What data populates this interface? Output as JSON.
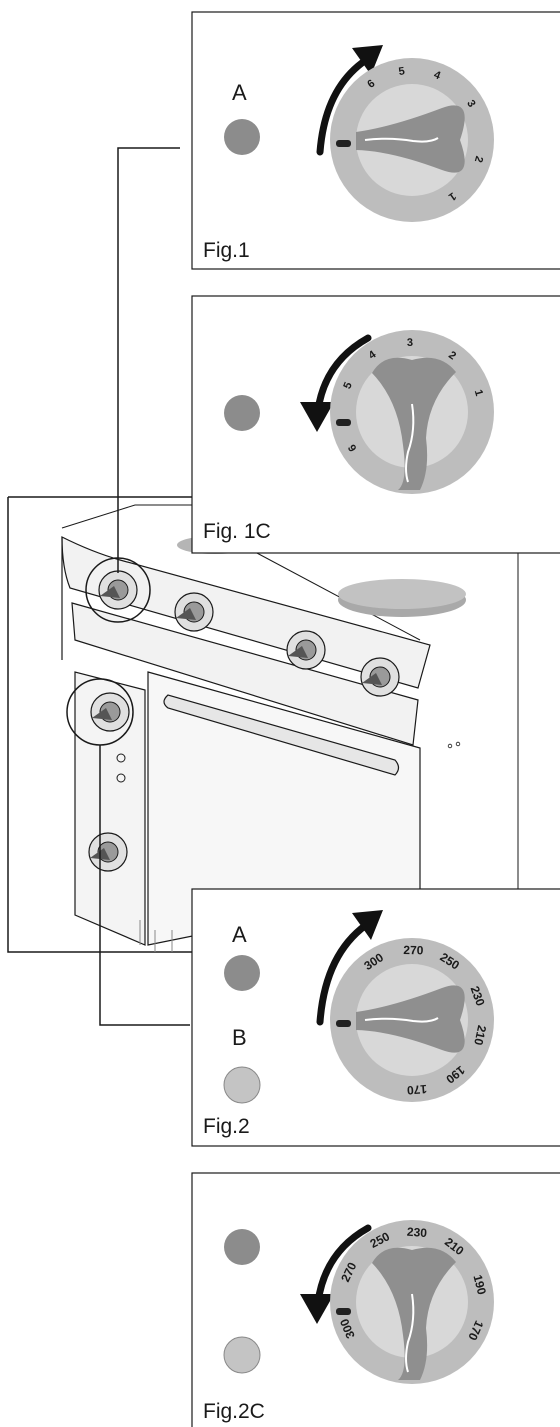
{
  "figures": {
    "fig1": {
      "label": "Fig.1",
      "lamps": [
        "A"
      ],
      "dial_numbers": [
        "6",
        "5",
        "4",
        "3",
        "2",
        "1"
      ]
    },
    "fig1c": {
      "label": "Fig. 1C",
      "lamps": [],
      "dial_numbers": [
        "4",
        "3",
        "2",
        "1",
        "5",
        "6"
      ]
    },
    "fig2": {
      "label": "Fig.2",
      "lamps": [
        "A",
        "B"
      ],
      "dial_numbers": [
        "300",
        "270",
        "250",
        "230",
        "210",
        "190",
        "170"
      ]
    },
    "fig2c": {
      "label": "Fig.2C",
      "lamps": [],
      "dial_numbers": [
        "250",
        "230",
        "210",
        "270",
        "190",
        "300",
        "170"
      ]
    }
  },
  "colors": {
    "lamp_a": "#8c8c8c",
    "lamp_b": "#c4c4c4",
    "dial_outer": "#bdbdbd",
    "dial_inner": "#d8d8d8",
    "knob": "#8f8f8f",
    "line": "#1a1a1a"
  }
}
